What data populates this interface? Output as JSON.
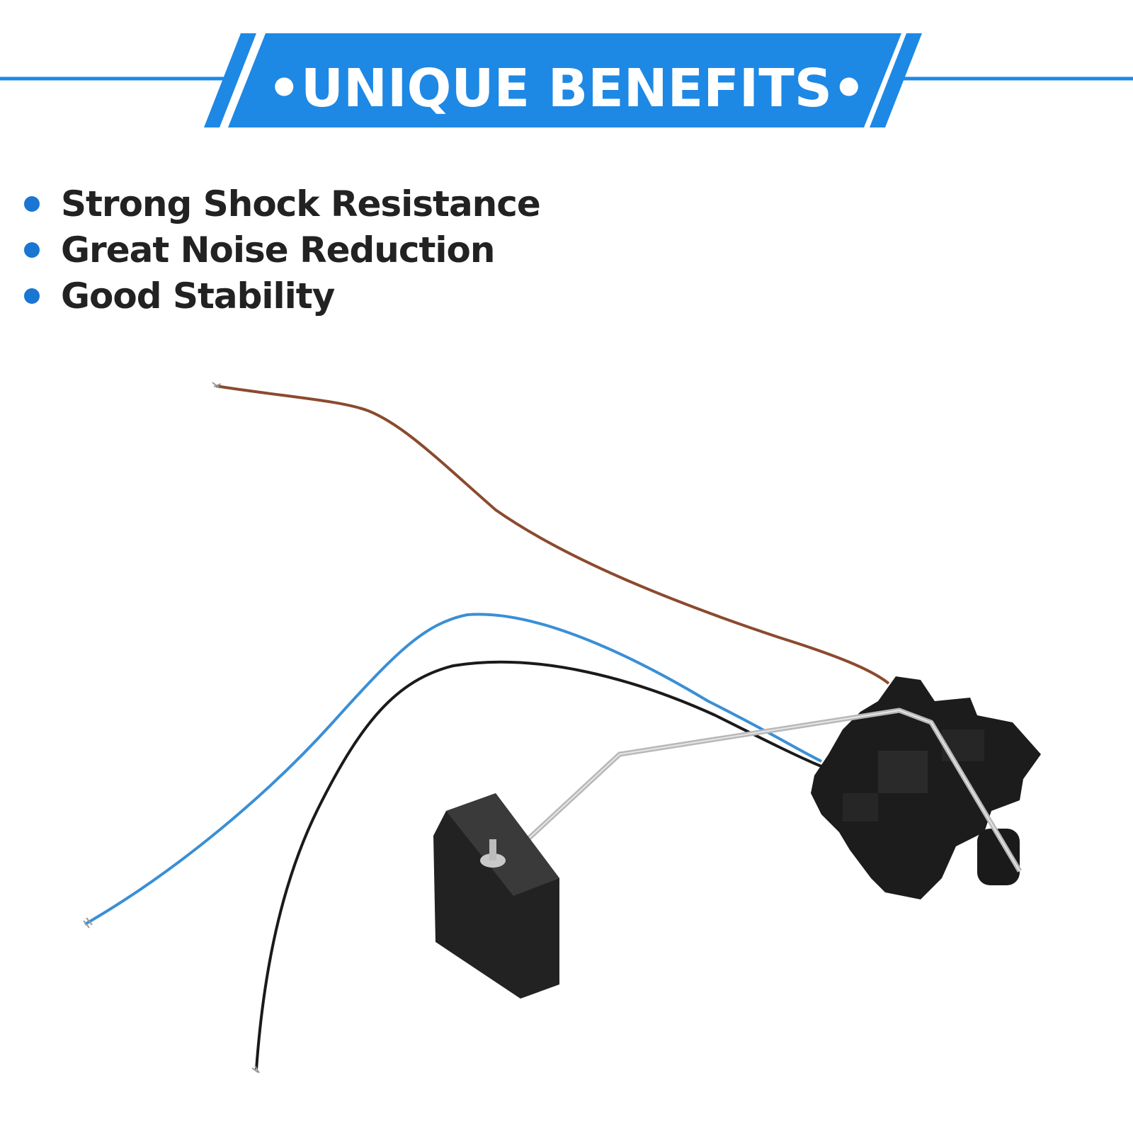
{
  "colors": {
    "accent": "#1e88e5",
    "text": "#222222",
    "wire_brown": "#8b4a2e",
    "wire_blue": "#3a8fd6",
    "wire_black": "#1a1a1a",
    "plastic": "#1c1c1c",
    "rod": "#b8b8b8"
  },
  "banner": {
    "title": "•UNIQUE BENEFITS•"
  },
  "benefits": [
    {
      "label": "Strong Shock Resistance"
    },
    {
      "label": "Great Noise Reduction"
    },
    {
      "label": "Good Stability"
    }
  ],
  "product": {
    "icon": "fuel-level-sensor-photo"
  }
}
